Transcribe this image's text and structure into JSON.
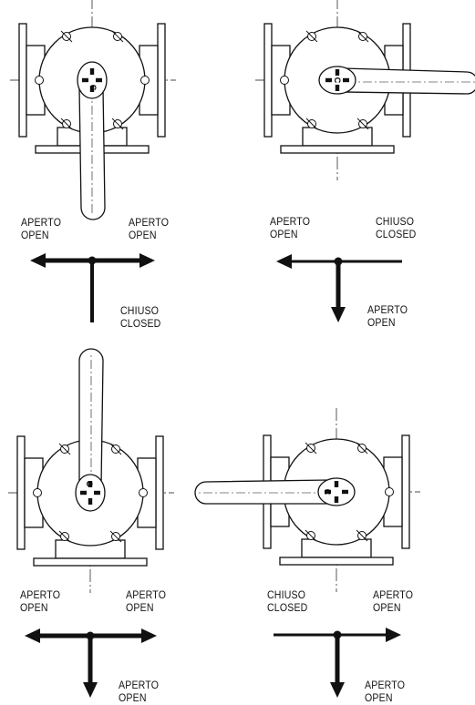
{
  "diagram": {
    "colors": {
      "line": "#111111",
      "background": "#ffffff",
      "arrow": "#111111"
    },
    "handle_mark": "C",
    "panels": [
      {
        "id": "top-left",
        "labels": [
          {
            "it": "APERTO",
            "en": "OPEN"
          },
          {
            "it": "APERTO",
            "en": "OPEN"
          },
          {
            "it": "CHIUSO",
            "en": "CLOSED"
          }
        ]
      },
      {
        "id": "top-right",
        "labels": [
          {
            "it": "APERTO",
            "en": "OPEN"
          },
          {
            "it": "CHIUSO",
            "en": "CLOSED"
          },
          {
            "it": "APERTO",
            "en": "OPEN"
          }
        ]
      },
      {
        "id": "bottom-left",
        "labels": [
          {
            "it": "APERTO",
            "en": "OPEN"
          },
          {
            "it": "APERTO",
            "en": "OPEN"
          },
          {
            "it": "APERTO",
            "en": "OPEN"
          }
        ]
      },
      {
        "id": "bottom-right",
        "labels": [
          {
            "it": "CHIUSO",
            "en": "CLOSED"
          },
          {
            "it": "APERTO",
            "en": "OPEN"
          },
          {
            "it": "APERTO",
            "en": "OPEN"
          }
        ]
      }
    ]
  }
}
